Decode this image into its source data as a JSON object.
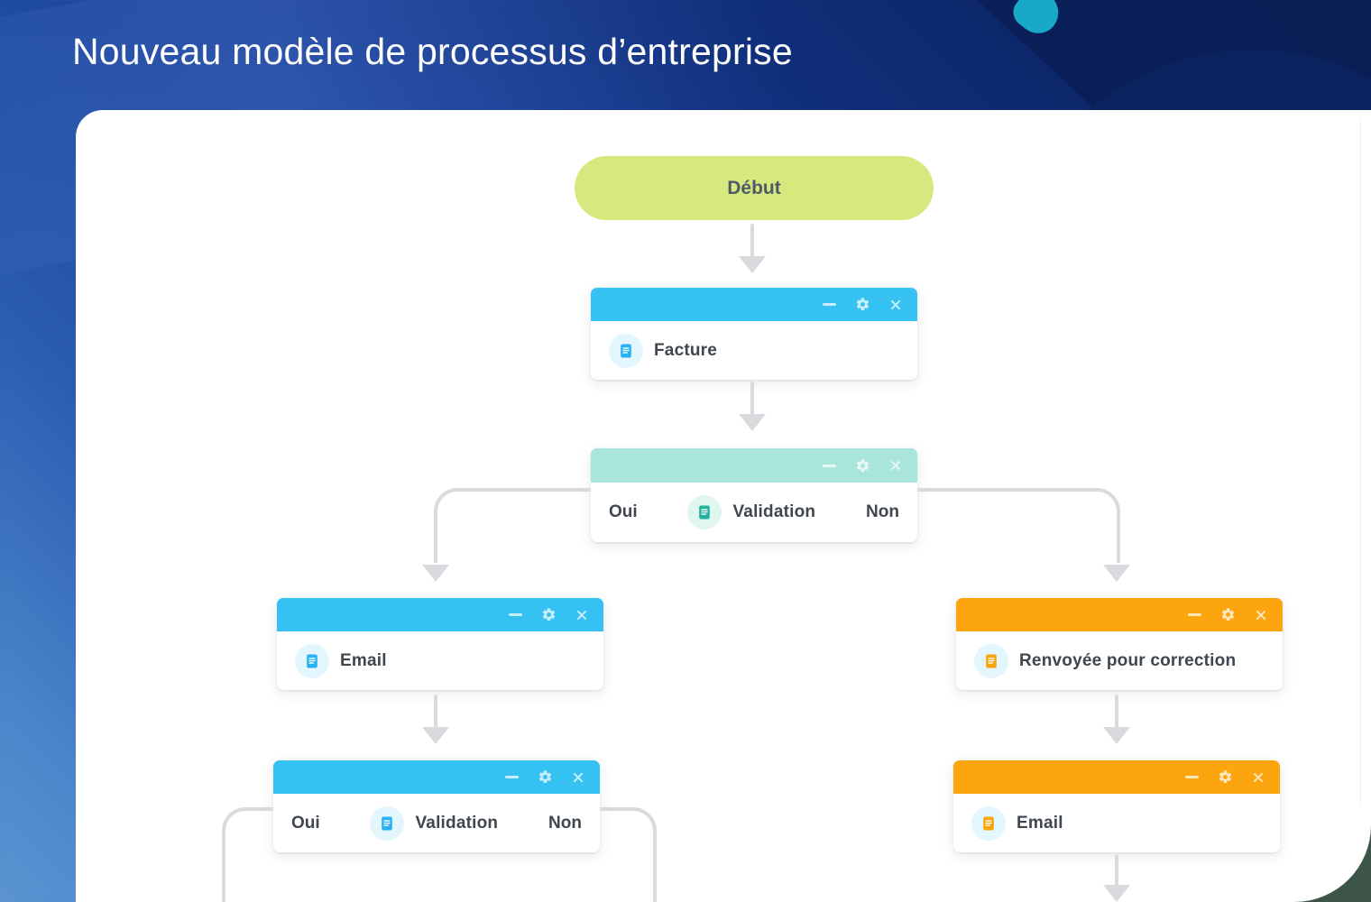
{
  "header": {
    "title": "Nouveau modèle de processus d’entreprise"
  },
  "flow": {
    "start_label": "Début",
    "facture": {
      "label": "Facture"
    },
    "validation1": {
      "label": "Validation",
      "yes": "Oui",
      "no": "Non"
    },
    "email1": {
      "label": "Email"
    },
    "renvoyee": {
      "label": "Renvoyée pour correction"
    },
    "validation2": {
      "label": "Validation",
      "yes": "Oui",
      "no": "Non"
    },
    "email2": {
      "label": "Email"
    }
  },
  "window_controls": [
    "minimize",
    "settings",
    "close"
  ],
  "colors": {
    "header_background_top": "#0E2A70",
    "header_background_bottom_left": "#5B94D1",
    "title_text": "#FFFFFF",
    "start_pill": "#D6E97E",
    "node_blue": "#35C2F2",
    "node_teal": "#A9E5DA",
    "node_orange": "#FCA50F",
    "doc_glyph_blue": "#29B2F2",
    "doc_glyph_teal": "#26B39E",
    "doc_glyph_orange": "#F9A40D",
    "node_text": "#3F464E",
    "connector_gray": "#D8DADD",
    "canvas": "#FFFFFF",
    "corner_green": "#3D5547"
  }
}
